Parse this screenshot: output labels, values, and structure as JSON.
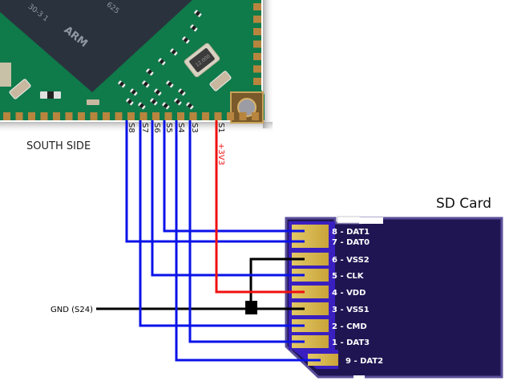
{
  "title": "SD Card",
  "board_side_label": "SOUTH SIDE",
  "chip_marking": {
    "logo": "ARM",
    "line1": "30-3  1",
    "line2": "625"
  },
  "crystal_marking": "12.000",
  "colors": {
    "data_wire": "#0a12e8",
    "power_wire": "#f01010",
    "ground_wire": "#000000",
    "card_body": "#1f1553",
    "card_border": "#5a4f9a",
    "contact_gold": "#d4b44a",
    "contact_separator": "#3a1fc0",
    "pcb_green": "#0f7a4a",
    "chip_dark": "#2a333d"
  },
  "board_pins": [
    {
      "id": "S8",
      "label": "S8"
    },
    {
      "id": "S7",
      "label": "S7"
    },
    {
      "id": "S6",
      "label": "S6"
    },
    {
      "id": "S5",
      "label": "S5"
    },
    {
      "id": "S4",
      "label": "S4"
    },
    {
      "id": "S3",
      "label": "S3"
    },
    {
      "id": "S1",
      "label": "S1",
      "net_label": "+3V3"
    }
  ],
  "ground_label": "GND (S24)",
  "sd_pins": [
    {
      "number": 8,
      "label": "8 - DAT1",
      "from": "S5",
      "wire": "data"
    },
    {
      "number": 7,
      "label": "7 - DAT0",
      "from": "S8",
      "wire": "data"
    },
    {
      "number": 6,
      "label": "6 - VSS2",
      "from": "GND",
      "wire": "ground"
    },
    {
      "number": 5,
      "label": "5 - CLK",
      "from": "S6",
      "wire": "data"
    },
    {
      "number": 4,
      "label": "4 - VDD",
      "from": "S1",
      "wire": "power"
    },
    {
      "number": 3,
      "label": "3 - VSS1",
      "from": "GND",
      "wire": "ground"
    },
    {
      "number": 2,
      "label": "2 - CMD",
      "from": "S7",
      "wire": "data"
    },
    {
      "number": 1,
      "label": "1 - DAT3",
      "from": "S3",
      "wire": "data"
    },
    {
      "number": 9,
      "label": "9 - DAT2",
      "from": "S4",
      "wire": "data"
    }
  ]
}
